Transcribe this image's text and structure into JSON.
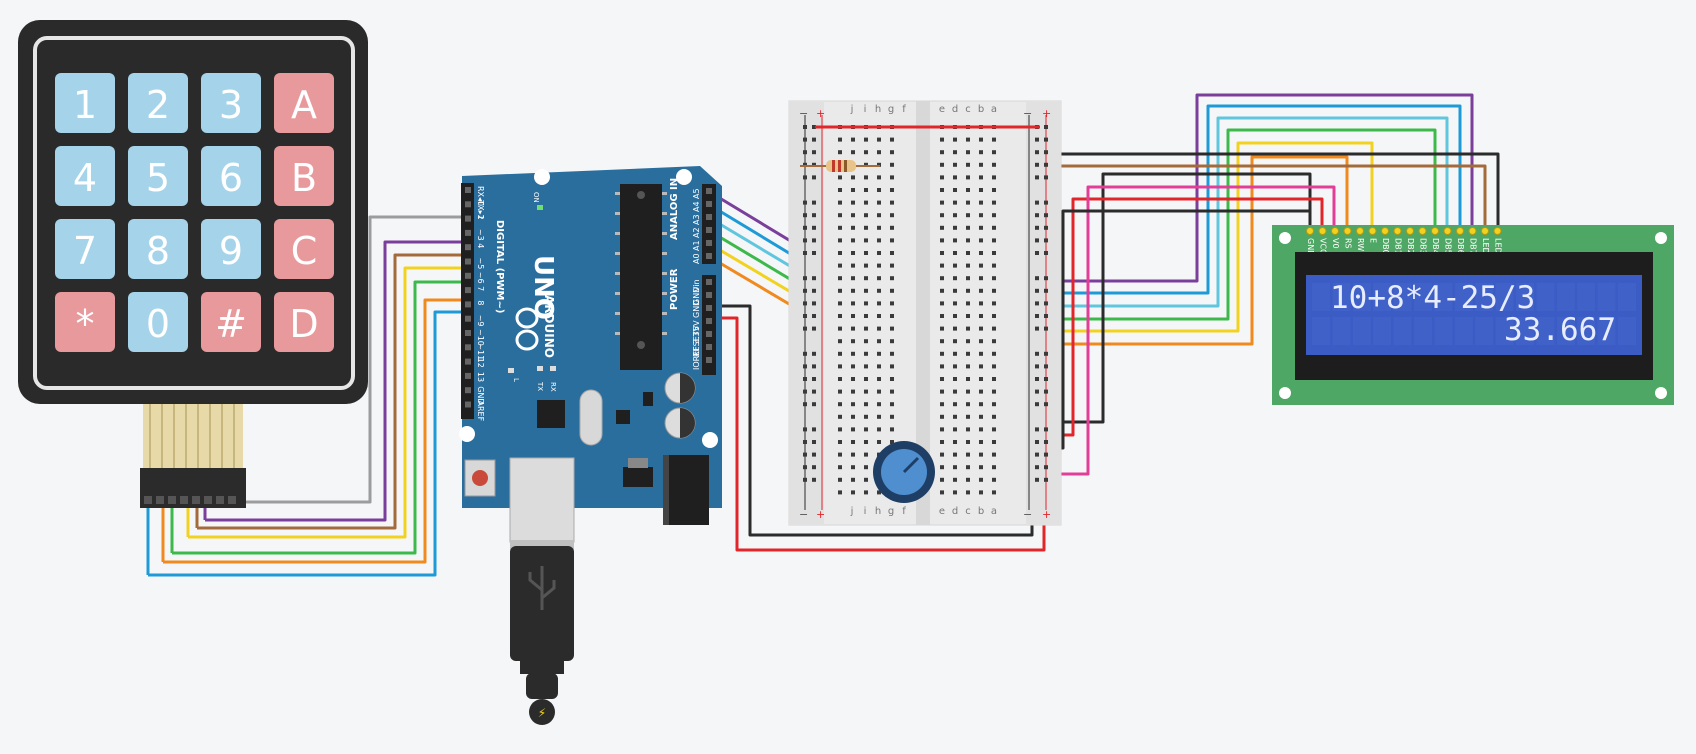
{
  "keypad": {
    "keys": [
      {
        "label": "1",
        "type": "num"
      },
      {
        "label": "2",
        "type": "num"
      },
      {
        "label": "3",
        "type": "num"
      },
      {
        "label": "A",
        "type": "op"
      },
      {
        "label": "4",
        "type": "num"
      },
      {
        "label": "5",
        "type": "num"
      },
      {
        "label": "6",
        "type": "num"
      },
      {
        "label": "B",
        "type": "op"
      },
      {
        "label": "7",
        "type": "num"
      },
      {
        "label": "8",
        "type": "num"
      },
      {
        "label": "9",
        "type": "num"
      },
      {
        "label": "C",
        "type": "op"
      },
      {
        "label": "*",
        "type": "op"
      },
      {
        "label": "0",
        "type": "num"
      },
      {
        "label": "#",
        "type": "op"
      },
      {
        "label": "D",
        "type": "op"
      }
    ],
    "colors": {
      "num": "#a5d3ea",
      "op": "#e8999c",
      "body": "#2a2a2a"
    }
  },
  "arduino": {
    "brand": "ARDUINO",
    "model": "UNO",
    "digital_header": "DIGITAL (PWM~)",
    "analog_header": "ANALOG IN",
    "power_header": "POWER",
    "on_label": "ON",
    "tx_label": "TX",
    "rx_label": "RX",
    "l_label": "L",
    "digital_pins": [
      "RX◂0",
      "TX▸1",
      "2",
      "~3",
      "4",
      "~5",
      "~6",
      "7",
      "8",
      "~9",
      "~10",
      "~11",
      "12",
      "13",
      "GND",
      "AREF"
    ],
    "analog_pins": [
      "A5",
      "A4",
      "A3",
      "A2",
      "A1",
      "A0"
    ],
    "power_pins": [
      "Vin",
      "GND",
      "GND",
      "5V",
      "3.3V",
      "RESET",
      "IOREF"
    ],
    "color": "#2a6e9e"
  },
  "lcd": {
    "line1": "10+8*4-25/3",
    "line2": "33.667",
    "pins": [
      "GND",
      "VCC",
      "V0",
      "RS",
      "RW",
      "E",
      "DB0",
      "DB1",
      "DB2",
      "DB3",
      "DB4",
      "DB5",
      "DB6",
      "DB7",
      "LED",
      "LED"
    ],
    "board_color": "#4ea764",
    "screen_color": "#3a5cc4"
  },
  "breadboard": {
    "left_cols": [
      "j",
      "i",
      "h",
      "g",
      "f"
    ],
    "right_cols": [
      "e",
      "d",
      "c",
      "b",
      "a"
    ],
    "plus": "+",
    "minus": "−"
  },
  "wire_colors": {
    "gray": "#9c9c9c",
    "purple": "#7a3f9b",
    "brown": "#a36b3a",
    "yellow": "#f2d221",
    "green": "#3cb94a",
    "orange": "#f08a1e",
    "blue": "#1e9ad6",
    "lightblue": "#5fc6de",
    "red": "#e0252b",
    "black": "#2b2b2b",
    "pink": "#e23d97"
  }
}
